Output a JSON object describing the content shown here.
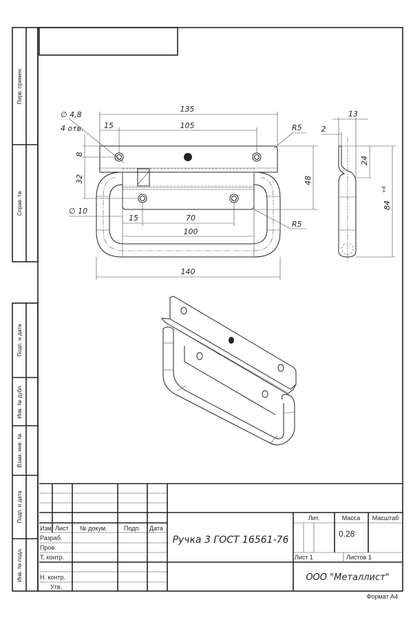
{
  "side_strip": [
    "Перв. примен.",
    "Справ. №",
    "Подп. и дата",
    "Инв. № дубл.",
    "Взам. инв. №",
    "Подп. и дата",
    "Инв. № подл."
  ],
  "dimensions": {
    "d135": "135",
    "d15_top": "15",
    "d105": "105",
    "hole_dia": "∅ 4,8",
    "hole_count": "4 отв.",
    "d8": "8",
    "d32": "32",
    "d48": "48",
    "d10": "∅ 10",
    "d15_bottom": "15",
    "d70": "70",
    "d100": "100",
    "d140": "140",
    "r5_top": "R5",
    "r5_bottom": "R5",
    "d13": "13",
    "d2": "2",
    "d24": "24",
    "d84": "84",
    "d84_tol": "+6"
  },
  "title_block": {
    "col_izm": "Изм.",
    "col_list": "Лист",
    "col_doc": "№ докум.",
    "col_sign": "Подп.",
    "col_date": "Дата",
    "razrab": "Разраб.",
    "prov": "Пров.",
    "tkontr": "Т. контр.",
    "nkontr": "Н. контр.",
    "utv": "Утв.",
    "title": "Ручка 3 ГОСТ 16561-76",
    "lit": "Лит.",
    "massa": "Масса",
    "masshtab": "Масштаб",
    "mass_value": "0.28",
    "sheet": "Лист 1",
    "sheets": "Листов 1",
    "company": "ООО \"Металлист\"",
    "format": "Формат А4"
  }
}
